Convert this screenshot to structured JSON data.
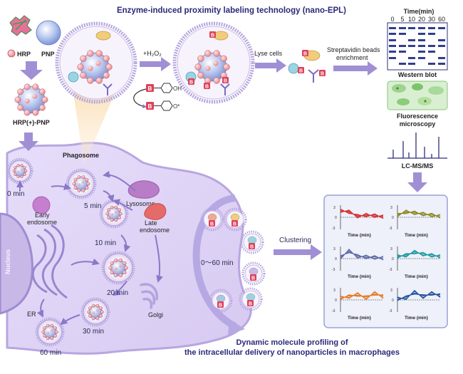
{
  "titles": {
    "main": "Enzyme-induced proximity labeling technology (nano-EPL)",
    "bottom_line1": "Dynamic molecule profiling of",
    "bottom_line2": "the intracellular delivery of nanoparticles in macrophages"
  },
  "labels": {
    "hrp": "HRP",
    "pnp": "PNP",
    "hrp_pnp": "HRP(+)-PNP",
    "h2o2": "+H₂O₂",
    "lyse": "Lyse cells",
    "strep1": "Streptavidin beads",
    "strep2": "enrichment",
    "time_header": "Time(min)",
    "time_ticks": [
      "0",
      "5",
      "10",
      "20",
      "30",
      "60"
    ],
    "western": "Western blot",
    "fluor1": "Fluorescence",
    "fluor2": "microscopy",
    "lcms": "LC-MS/MS",
    "phagosome": "Phagosome",
    "early1": "Early",
    "early2": "endosome",
    "lysosome": "Lysosome",
    "late1": "Late",
    "late2": "endosome",
    "nucleus": "Nucleus",
    "er": "ER",
    "golgi": "Golgi",
    "clustering": "Clustering",
    "range": "0～60 min",
    "biotin_oh": "OH",
    "biotin_o": "O*",
    "tag": "B"
  },
  "time_points": [
    "0 min",
    "5 min",
    "10 min",
    "20 min",
    "30 min",
    "60 min"
  ],
  "cluster_panel": {
    "axis_label": "Time (min)",
    "tick_top": "3",
    "tick_zero": "0",
    "tick_bottom": "-3",
    "series_colors": [
      "#d93030",
      "#8a8a20",
      "#5b6aa8",
      "#1a9aa0",
      "#e8761a",
      "#1e4f9c"
    ]
  }
}
